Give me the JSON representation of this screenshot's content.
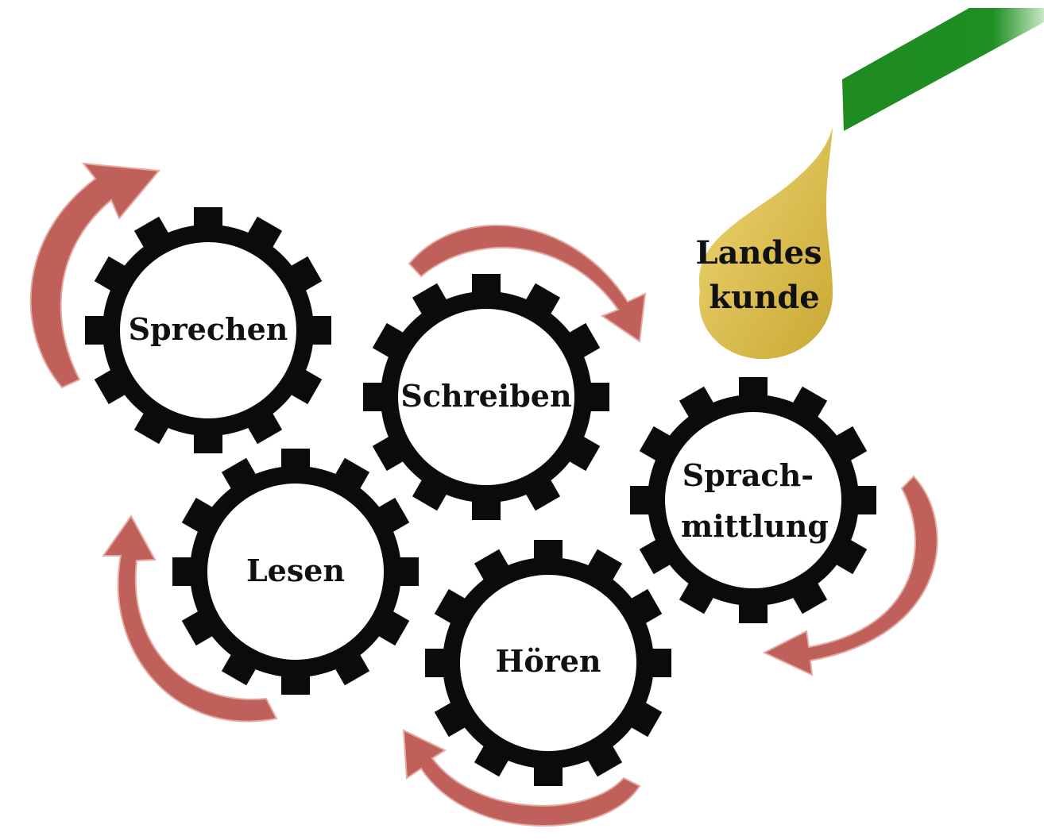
{
  "gears": [
    {
      "lines": [
        "Sprechen"
      ]
    },
    {
      "lines": [
        "Schreiben"
      ]
    },
    {
      "lines": [
        "Lesen"
      ]
    },
    {
      "lines": [
        "Hören"
      ]
    },
    {
      "lines": [
        "Sprach-",
        "mittlung"
      ]
    }
  ],
  "drop": {
    "lines": [
      "Landes",
      "kunde"
    ]
  },
  "colors": {
    "gear": "#0b0b0b",
    "gear_face": "#ffffff",
    "arrow": "#c0605a",
    "arrow_shade": "#e8b7b0",
    "drop": "#d1b23e",
    "drop_light": "#efd777",
    "pipe": "#1f8a22"
  }
}
